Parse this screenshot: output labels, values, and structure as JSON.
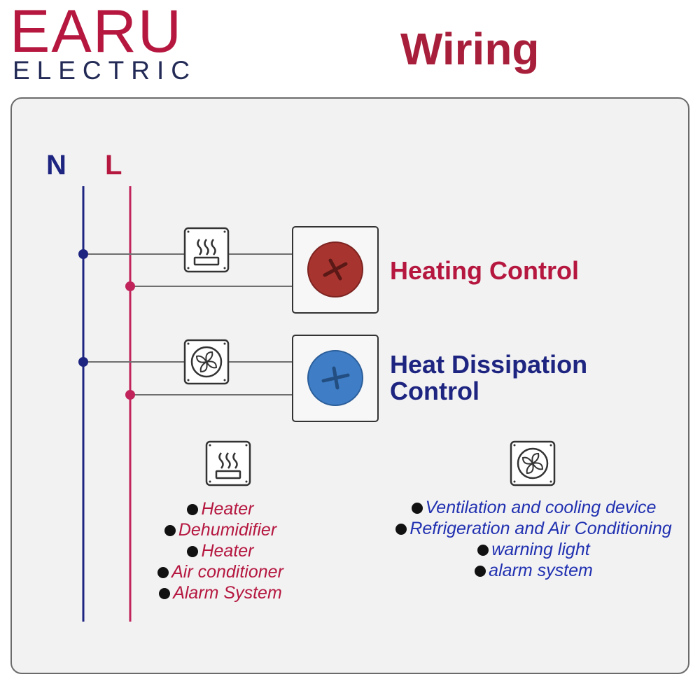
{
  "brand": {
    "name": "EARU",
    "subtitle": "ELECTRIC"
  },
  "title": "Wiring",
  "diagram": {
    "line_n_label": "N",
    "line_l_label": "L",
    "heating_control": {
      "label": "Heating Control",
      "icon": "heater-icon",
      "knob_color": "#a8342f"
    },
    "dissipation_control": {
      "label_line1": "Heat Dissipation",
      "label_line2": "Control",
      "icon": "fan-icon",
      "knob_color": "#3f7ec6"
    }
  },
  "heating_devices": {
    "icon": "heater-icon",
    "items": [
      "Heater",
      "Dehumidifier",
      "Heater",
      "Air conditioner",
      "Alarm System"
    ]
  },
  "cooling_devices": {
    "icon": "fan-icon",
    "items": [
      "Ventilation and cooling device",
      "Refrigeration and Air Conditioning",
      "warning light",
      "alarm system"
    ]
  },
  "colors": {
    "brand_red": "#b5173f",
    "neutral_blue": "#1e2580",
    "live_red": "#c0245a",
    "list_blue": "#2030b0"
  }
}
